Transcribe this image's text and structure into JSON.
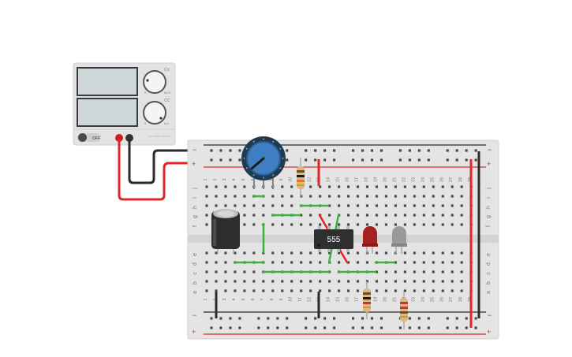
{
  "canvas": {
    "background": "#ffffff"
  },
  "colors": {
    "breadboard": "#e4e4e4",
    "breadboard_center": "#d6d6d6",
    "rail_red": "#d82e2e",
    "rail_black": "#2a2a2a",
    "wire_green": "#3cb23c",
    "wire_red": "#e0252b",
    "wire_black": "#2b2b2b",
    "led_red": "#a52020",
    "led_off": "#9a9a9a",
    "pot_blue": "#3d7fc0",
    "ic_body": "#2f2f2f",
    "psu_body": "#e3e3e3",
    "lcd": "#cdd7da"
  },
  "power_supply": {
    "switch_label": "OFF",
    "knob_top_label": "CV",
    "knob_top_min": "0",
    "knob_top_max": "30 V",
    "knob_bottom_label": "CC",
    "knob_bottom_min": "0",
    "knob_bottom_max": "5 A",
    "brand_label": "DC POWER SUPPLY"
  },
  "breadboard": {
    "plus_symbol": "+",
    "minus_symbol": "−",
    "row_letters_top": [
      "j",
      "i",
      "h",
      "g",
      "f"
    ],
    "row_letters_bottom": [
      "e",
      "d",
      "c",
      "b",
      "a"
    ],
    "column_numbers": [
      "1",
      "2",
      "3",
      "4",
      "5",
      "6",
      "7",
      "8",
      "9",
      "10",
      "11",
      "12",
      "13",
      "14",
      "15",
      "16",
      "17",
      "18",
      "19",
      "20",
      "21",
      "22",
      "23",
      "24",
      "25",
      "26",
      "27",
      "28",
      "29",
      "30"
    ]
  },
  "ic": {
    "label": "555"
  },
  "icons": {
    "potentiometer": "potentiometer-icon",
    "capacitor": "electrolytic-capacitor-icon",
    "resistor": "resistor-icon",
    "led": "led-icon",
    "chip": "ic-chip-icon"
  }
}
